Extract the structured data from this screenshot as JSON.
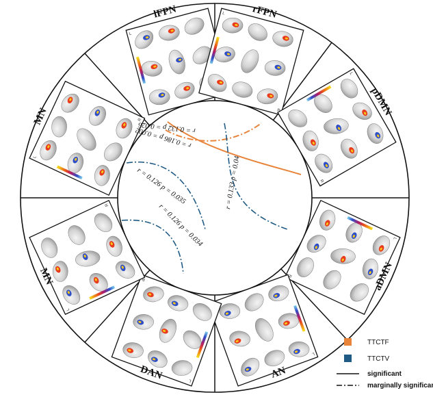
{
  "networks": [
    {
      "id": "lFPN",
      "label": "lFPN",
      "angle": -15
    },
    {
      "id": "rFPN",
      "label": "rFPN",
      "angle": 15
    },
    {
      "id": "pDMN",
      "label": "pDMN",
      "angle": 60
    },
    {
      "id": "aDMN",
      "label": "aDMN",
      "angle": 115
    },
    {
      "id": "AN",
      "label": "AN",
      "angle": 160
    },
    {
      "id": "DAN",
      "label": "DAN",
      "angle": 200
    },
    {
      "id": "MN_lower",
      "label": "MN",
      "angle": 245
    },
    {
      "id": "MN_upper",
      "label": "MN",
      "angle": 295
    }
  ],
  "connections": [
    {
      "label": "r = 0.132 p = 0.026",
      "type": "TTCTF",
      "significance": "marginally significant"
    },
    {
      "label": "r = 0.186 p = 0.002",
      "type": "TTCTF",
      "significance": "significant"
    },
    {
      "label": "r = 0.133 p = 0.04",
      "type": "TTCTV",
      "significance": "marginally significant"
    },
    {
      "label": "r = 0.126 p = 0.035",
      "type": "TTCTV",
      "significance": "marginally significant"
    },
    {
      "label": "r = 0.126 p = 0.034",
      "type": "TTCTV",
      "significance": "marginally significant"
    }
  ],
  "legend": {
    "ttctf_label": "TTCTF",
    "ttctv_label": "TTCTV",
    "significant_label": "significant",
    "marginal_label": "marginally significant"
  },
  "colors": {
    "ttctf": "#e8833a",
    "ttctv": "#1f5a84",
    "ring": "#111111",
    "brain": "#d4d4d4",
    "activation_hot": "#e83a1c",
    "activation_warm": "#f5c518",
    "activation_cool": "#2e4fc7"
  }
}
